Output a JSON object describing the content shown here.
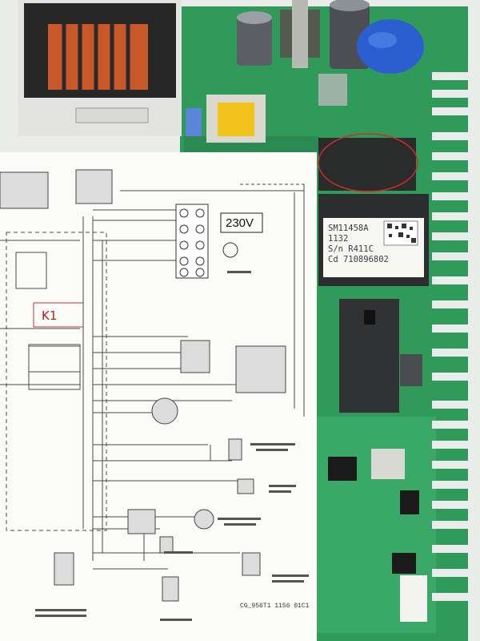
{
  "annotations": {
    "relay_label": "K1",
    "mains_label": "230V"
  },
  "pcb": {
    "chip_lines": [
      "SM11458A",
      "1132",
      "S/n R411C",
      "Cd 710896802"
    ]
  },
  "schematic": {
    "doc_code": "CG_956T1 1156 01C1"
  },
  "colors": {
    "pcb_green": "#2f9a5a",
    "paper": "#fbfbf8",
    "annotation_red": "#c21818",
    "transformer_core": "#2a2a2a",
    "coil_copper": "#c8582a",
    "capacitor_blue": "#2b5fcf",
    "yellow_capacitor": "#f1c21b"
  }
}
